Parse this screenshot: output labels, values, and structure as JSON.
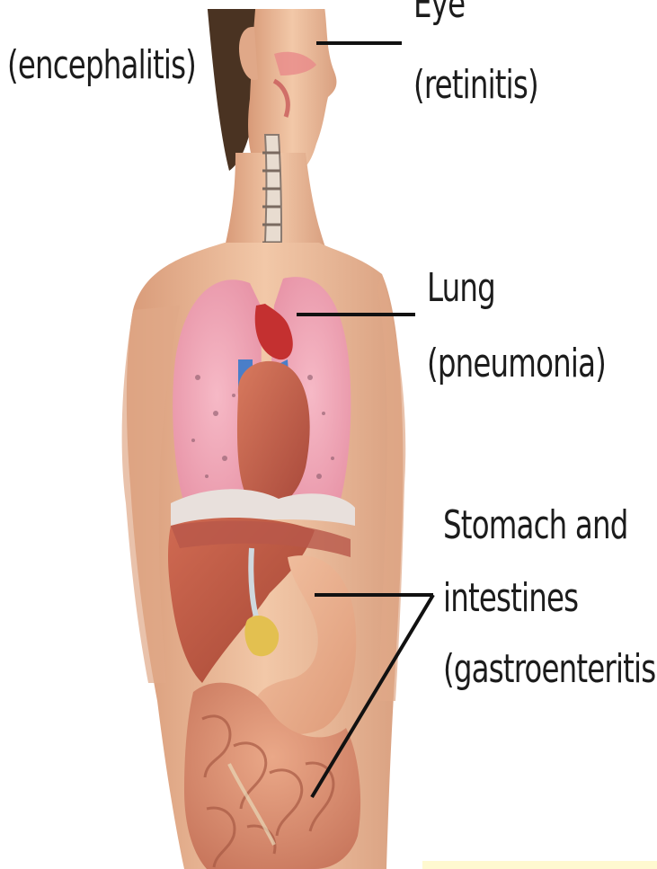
{
  "labels": {
    "brain_disease": "(encephalitis)",
    "eye_partial": "Eye",
    "eye_disease": "(retinitis)",
    "lung": "Lung",
    "lung_disease": "(pneumonia)",
    "gi_line1": "Stomach and",
    "gi_line2": "intestines",
    "gi_disease": "(gastroenteritis)"
  },
  "colors": {
    "skin": "#e8b898",
    "lung": "#f0a8b8",
    "organ": "#c8604a",
    "text": "#1c1c1c",
    "leader_line": "#111111"
  }
}
